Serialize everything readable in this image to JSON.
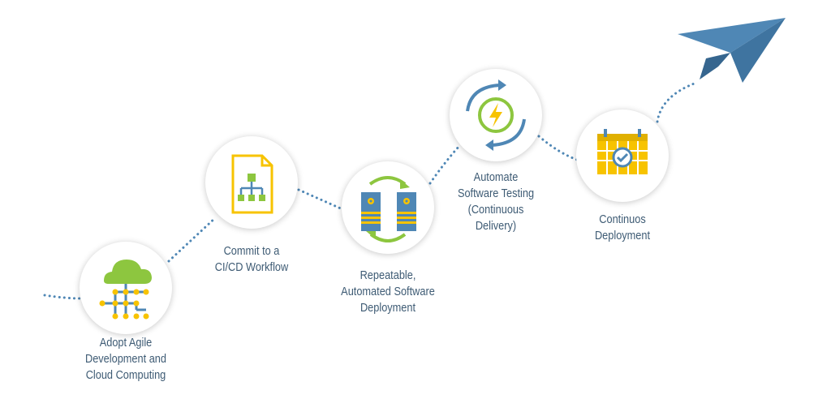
{
  "colors": {
    "blue": "#4f87b5",
    "green": "#8dc63f",
    "yellow": "#f7c300",
    "text": "#3e5b74",
    "dots": "#4f87b5"
  },
  "steps": [
    {
      "icon": "cloud-network-icon",
      "lines": [
        "Adopt Agile",
        "Development and",
        "Cloud Computing"
      ]
    },
    {
      "icon": "workflow-document-icon",
      "lines": [
        "Commit to a",
        "CI/CD Workflow"
      ]
    },
    {
      "icon": "server-sync-icon",
      "lines": [
        "Repeatable,",
        "Automated Software",
        "Deployment"
      ]
    },
    {
      "icon": "automated-testing-icon",
      "lines": [
        "Automate",
        "Software Testing",
        "(Continuous",
        "Delivery)"
      ]
    },
    {
      "icon": "calendar-check-icon",
      "lines": [
        "Continuos",
        "Deployment"
      ]
    }
  ]
}
